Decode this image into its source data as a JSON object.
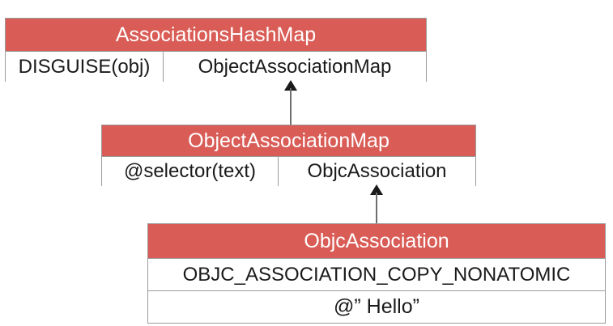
{
  "diagram": {
    "type": "class-relationship-diagram",
    "background_color": "#ffffff",
    "header_color": "#d95c56",
    "header_text_color": "#ffffff",
    "border_color": "#9b9b9b",
    "body_text_color": "#1a1a1a",
    "boxes": [
      {
        "id": "associations-hash-map",
        "title": "AssociationsHashMap",
        "rows": [
          {
            "key": "DISGUISE(obj)",
            "value": "ObjectAssociationMap"
          }
        ]
      },
      {
        "id": "object-association-map",
        "title": "ObjectAssociationMap",
        "rows": [
          {
            "key": "@selector(text)",
            "value": "ObjcAssociation"
          }
        ]
      },
      {
        "id": "objc-association",
        "title": "ObjcAssociation",
        "rows": [
          {
            "value": "OBJC_ASSOCIATION_COPY_NONATOMIC"
          },
          {
            "value": "@” Hello”"
          }
        ]
      }
    ],
    "connectors": [
      {
        "id": "map-to-hashmap",
        "from": "object-association-map",
        "to": "associations-hash-map",
        "style": "solid-line-up-arrow"
      },
      {
        "id": "objc-to-map",
        "from": "objc-association",
        "to": "object-association-map",
        "style": "solid-line-up-arrow"
      }
    ]
  }
}
